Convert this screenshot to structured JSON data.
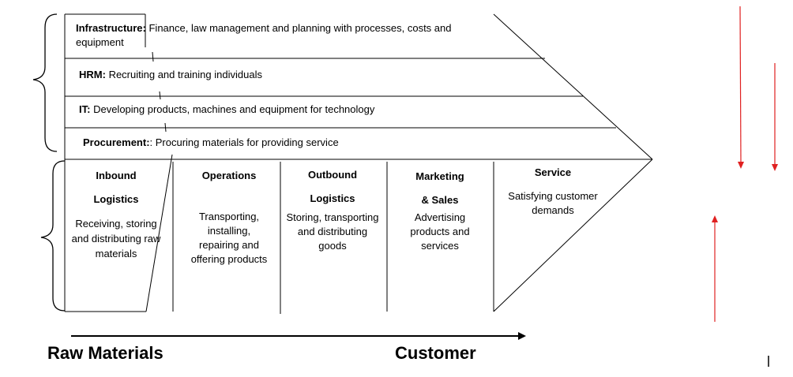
{
  "support": {
    "infrastructure": {
      "label": "Infrastructure:",
      "text": "Finance, law management and planning with processes, costs and equipment"
    },
    "hrm": {
      "label": "HRM:",
      "text": "Recruiting and training  individuals"
    },
    "it": {
      "label": "IT:",
      "text": "Developing products, machines and equipment for technology"
    },
    "procurement": {
      "label": "Procurement:",
      "text": ": Procuring materials for providing service"
    }
  },
  "primary": [
    {
      "title_1": "Inbound",
      "title_2": "Logistics",
      "text": "Receiving, storing and distributing raw materials"
    },
    {
      "title_1": "Operations",
      "title_2": "",
      "text": "Transporting, installing, repairing and offering products"
    },
    {
      "title_1": "Outbound",
      "title_2": "Logistics",
      "text": "Storing, transporting and distributing goods"
    },
    {
      "title_1": "Marketing",
      "title_2": "& Sales",
      "text": "Advertising products and services"
    },
    {
      "title_1": "Service",
      "title_2": "",
      "text": "Satisfying customer demands"
    }
  ],
  "flow": {
    "start": "Raw Materials",
    "end": "Customer"
  },
  "colors": {
    "arrow_red": "#e02020",
    "line": "#000000"
  }
}
